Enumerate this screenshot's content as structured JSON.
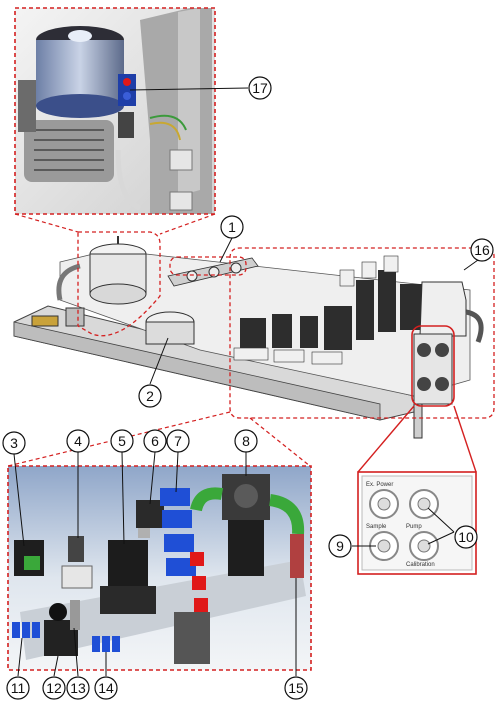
{
  "callouts": {
    "c1": "1",
    "c2": "2",
    "c3": "3",
    "c4": "4",
    "c5": "5",
    "c6": "6",
    "c7": "7",
    "c8": "8",
    "c9": "9",
    "c10": "10",
    "c11": "11",
    "c12": "12",
    "c13": "13",
    "c14": "14",
    "c15": "15",
    "c16": "16",
    "c17": "17"
  },
  "inset_labels": {
    "label_a": "Ex. Power",
    "label_b": "Sample",
    "label_c": "Pump",
    "label_d": "Calibration"
  },
  "colors": {
    "callout_frame": "#d42020",
    "callout_line": "#111111",
    "machine_gray": "#b8b8b8",
    "fitting_blue": "#1f4fd6",
    "fitting_red": "#e01818",
    "hose_green": "#3aa83a"
  }
}
